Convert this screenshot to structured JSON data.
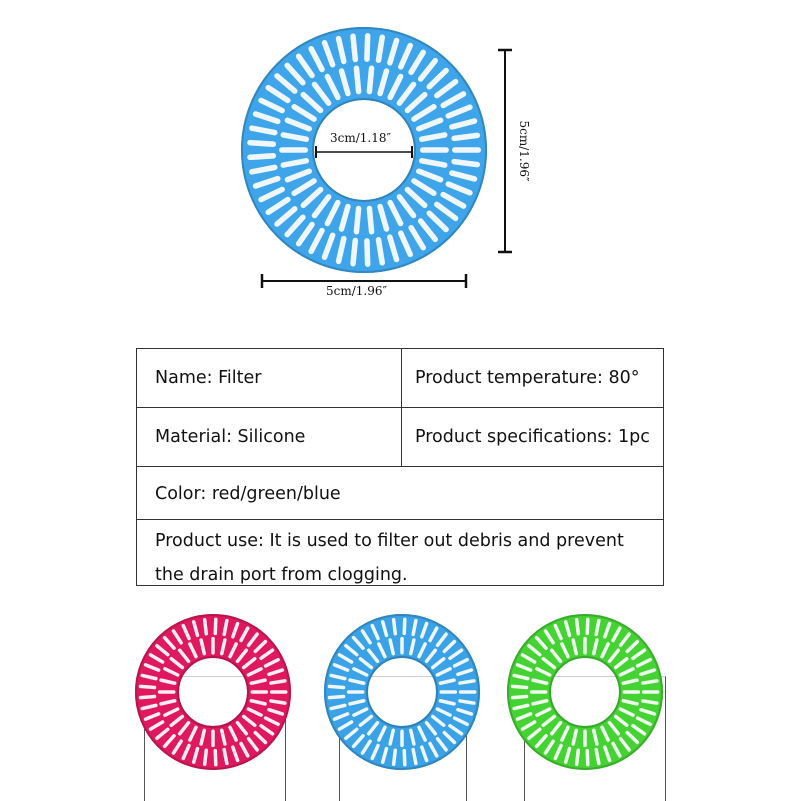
{
  "dimensions": {
    "inner_diameter": "3cm/1.18″",
    "outer_width": "5cm/1.96″",
    "outer_height": "5cm/1.96″"
  },
  "specs": {
    "name": "Name: Filter",
    "temperature": "Product temperature: 80°",
    "material": "Material: Silicone",
    "specification": "Product specifications: 1pc",
    "color": "Color: red/green/blue",
    "use_line1": "Product use: It is used to filter out debris and prevent",
    "use_line2": "the drain port from clogging."
  },
  "variants": [
    {
      "color_name": "red",
      "hex": "#e0195f"
    },
    {
      "color_name": "blue",
      "hex": "#3aa2e6"
    },
    {
      "color_name": "green",
      "hex": "#45d334"
    }
  ],
  "main_filter_color": "#3ea5ea"
}
